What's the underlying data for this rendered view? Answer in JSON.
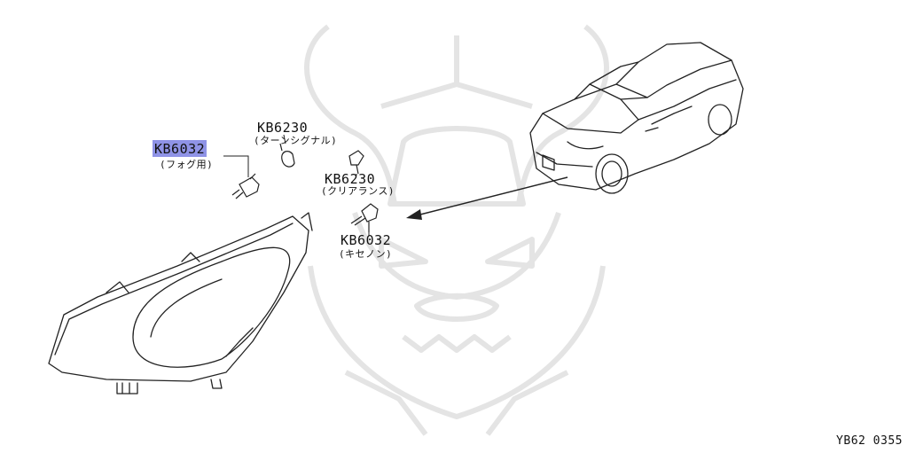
{
  "parts": [
    {
      "code": "KB6032",
      "note": "(フォグ用)",
      "highlighted": true
    },
    {
      "code": "KB6230",
      "note": "(ターンシグナル)",
      "highlighted": false
    },
    {
      "code": "KB6230",
      "note": "(クリアランス)",
      "highlighted": false
    },
    {
      "code": "KB6032",
      "note": "(キセノン)",
      "highlighted": false
    }
  ],
  "diagram_id": "YB62 0355",
  "colors": {
    "highlight": "#8f93e6",
    "line": "#222222",
    "watermark": "#e4e4e4"
  }
}
